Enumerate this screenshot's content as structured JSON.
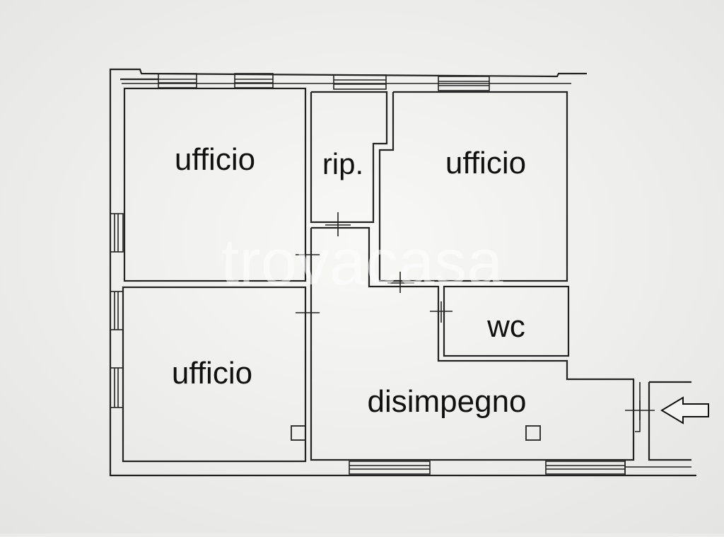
{
  "floorplan": {
    "rooms": [
      {
        "id": "room-office-top-left",
        "label": "ufficio"
      },
      {
        "id": "room-storage",
        "label": "rip."
      },
      {
        "id": "room-office-top-right",
        "label": "ufficio"
      },
      {
        "id": "room-office-bottom-left",
        "label": "ufficio"
      },
      {
        "id": "room-wc",
        "label": "wc"
      },
      {
        "id": "room-hallway",
        "label": "disimpegno"
      }
    ],
    "watermark": "trovacasa",
    "entrance_icon": "arrow-left-icon",
    "colors": {
      "line": "#222222",
      "paper": "#f6f6f4",
      "watermark": "#ffffff"
    }
  }
}
